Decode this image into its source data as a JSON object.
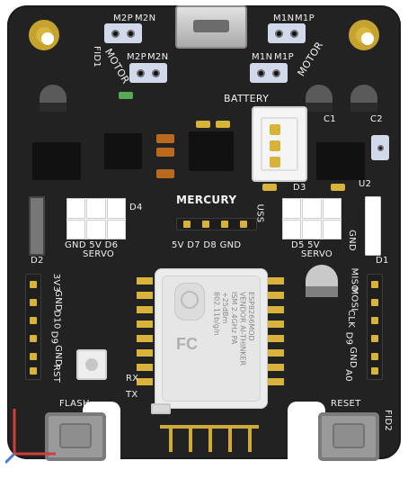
{
  "labels": {
    "fid1": "FID1",
    "fid2": "FID2",
    "motor_left": "MOTOR",
    "motor_right": "MOTOR",
    "m2p": "M2P",
    "m2n": "M2N",
    "m2p_lower": "M2P",
    "m2n_lower": "M2N",
    "m1n": "M1N",
    "m1p": "M1P",
    "m1n_lower": "M1N",
    "m1p_lower": "M1P",
    "battery": "BATTERY",
    "c1": "C1",
    "c2": "C2",
    "d3": "D3",
    "u2": "U2",
    "d4": "D4",
    "d2": "D2",
    "d1": "D1",
    "mercury": "MERCURY",
    "uss": "USS",
    "bottom_pins_left": "GND 5V D6",
    "servo_left": "SERVO",
    "bottom_pins_mid": "5V D7 D8 GND",
    "bottom_pins_right": "D5 5V",
    "servo_right": "SERVO",
    "gnd_vertical": "GND",
    "left_3v3": "3V3",
    "left_gnd": "GND",
    "left_d10": "D10",
    "left_d9": "D9",
    "left_gnd2": "GND",
    "left_rst": "RST",
    "right_miso": "MISO",
    "right_mosi": "MOSI",
    "right_clk": "CLK",
    "right_d9": "D9",
    "right_gnd": "GND",
    "right_a0": "A0",
    "rx": "RX",
    "tx": "TX",
    "flash": "FLASH",
    "reset": "RESET",
    "module_text": "ESP8266MOD\nVENDOR AI-THINKER\nISM 2.4GHz\nPA +25dBm\n802.11b/g/n"
  },
  "icons": {
    "wifi": "wifi-logo",
    "fcc": "fcc-logo"
  }
}
